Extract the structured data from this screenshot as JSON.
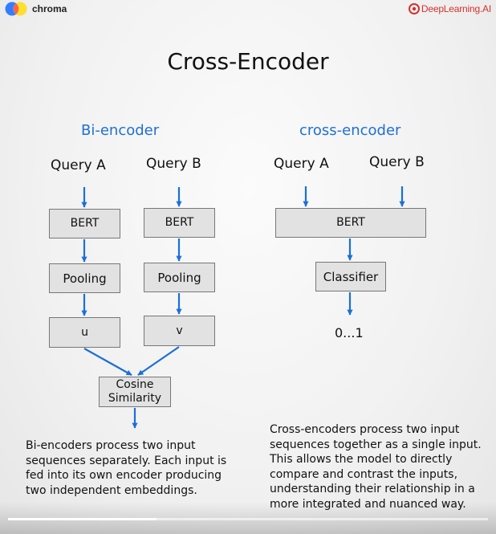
{
  "header": {
    "left_brand": "chroma",
    "right_brand": "DeepLearning.AI"
  },
  "slide": {
    "title": "Cross-Encoder",
    "bi": {
      "heading": "Bi-encoder",
      "query_a": "Query A",
      "query_b": "Query B",
      "bert_a": "BERT",
      "bert_b": "BERT",
      "pooling_a": "Pooling",
      "pooling_b": "Pooling",
      "out_a": "u",
      "out_b": "v",
      "similarity_line1": "Cosine",
      "similarity_line2": "Similarity",
      "description": "Bi-encoders process two input sequences separately. Each input is fed into its own encoder producing two independent embeddings."
    },
    "cross": {
      "heading": "cross-encoder",
      "query_a": "Query A",
      "query_b": "Query B",
      "bert": "BERT",
      "classifier": "Classifier",
      "output": "0...1",
      "description": "Cross-encoders process two input sequences together as a single input. This allows the model to directly compare and contrast the inputs, understanding their relationship in a more integrated and nuanced way."
    }
  },
  "player": {
    "progress": 0.31
  },
  "colors": {
    "accent": "#1f6fd6",
    "arrow": "#1a6fd8",
    "brand_red": "#d5312c",
    "box_fill": "#e2e2e2"
  }
}
